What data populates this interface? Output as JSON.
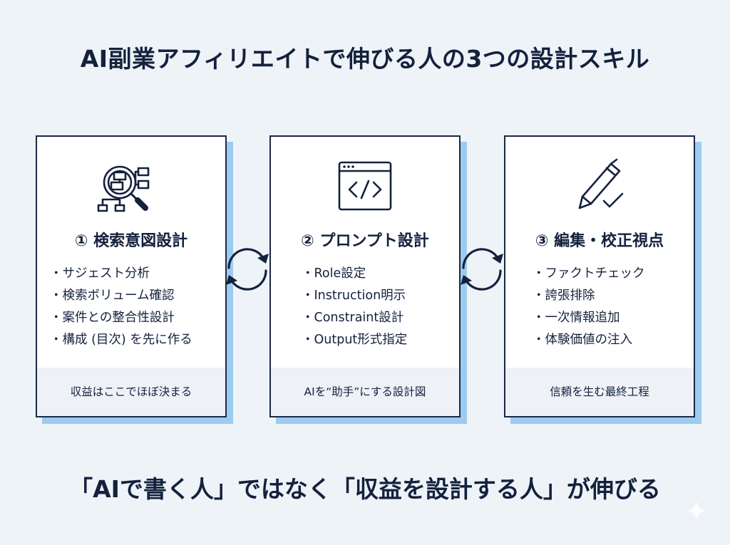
{
  "title": "AI副業アフィリエイトで伸びる人の3つの設計スキル",
  "cards": [
    {
      "heading": "① 検索意図設計",
      "icon": "search-sitemap-icon",
      "items": [
        "サジェスト分析",
        "検索ボリューム確認",
        "案件との整合性設計",
        "構成 (目次) を先に作る"
      ],
      "footer": "収益はここでほぼ決まる"
    },
    {
      "heading": "② プロンプト設計",
      "icon": "code-window-icon",
      "items": [
        "Role設定",
        "Instruction明示",
        "Constraint設計",
        "Output形式指定"
      ],
      "footer": "AIを“助手”にする設計図"
    },
    {
      "heading": "③ 編集・校正視点",
      "icon": "pen-check-icon",
      "items": [
        "ファクトチェック",
        "誇張排除",
        "一次情報追加",
        "体験価値の注入"
      ],
      "footer": "信頼を生む最終工程"
    }
  ],
  "tagline": "「AIで書く人」ではなく「収益を設計する人」が伸びる",
  "colors": {
    "navy": "#14213d",
    "shadow": "#9ccbf0",
    "background": "#eef3f8"
  }
}
